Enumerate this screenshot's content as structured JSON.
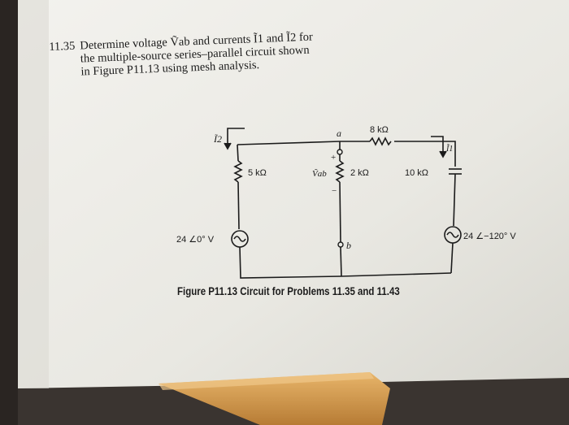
{
  "problem": {
    "number": "11.35",
    "line1": "Determine voltage Ṽab and currents Ĩ1 and Ĩ2 for",
    "line2": "the multiple-source series–parallel circuit shown",
    "line3": "in Figure P11.13 using mesh analysis."
  },
  "figure": {
    "caption": "Figure P11.13  Circuit for Problems 11.35 and 11.43",
    "labels": {
      "i2": "Ĩ2",
      "i1": "Ĩ1",
      "node_a": "a",
      "node_b": "b",
      "plus": "+",
      "minus": "−",
      "vab": "Ṽab",
      "r_5k": "5 kΩ",
      "r_2k": "2 kΩ",
      "r_8k": "8 kΩ",
      "c_10k": "10 kΩ",
      "src_left": "24 ∠0° V",
      "src_right": "24 ∠−120° V"
    }
  },
  "colors": {
    "page": "#ecece6",
    "page_shadow": "#cfcfc8",
    "table": "#3a3430",
    "pencil": "#d9a35a"
  }
}
